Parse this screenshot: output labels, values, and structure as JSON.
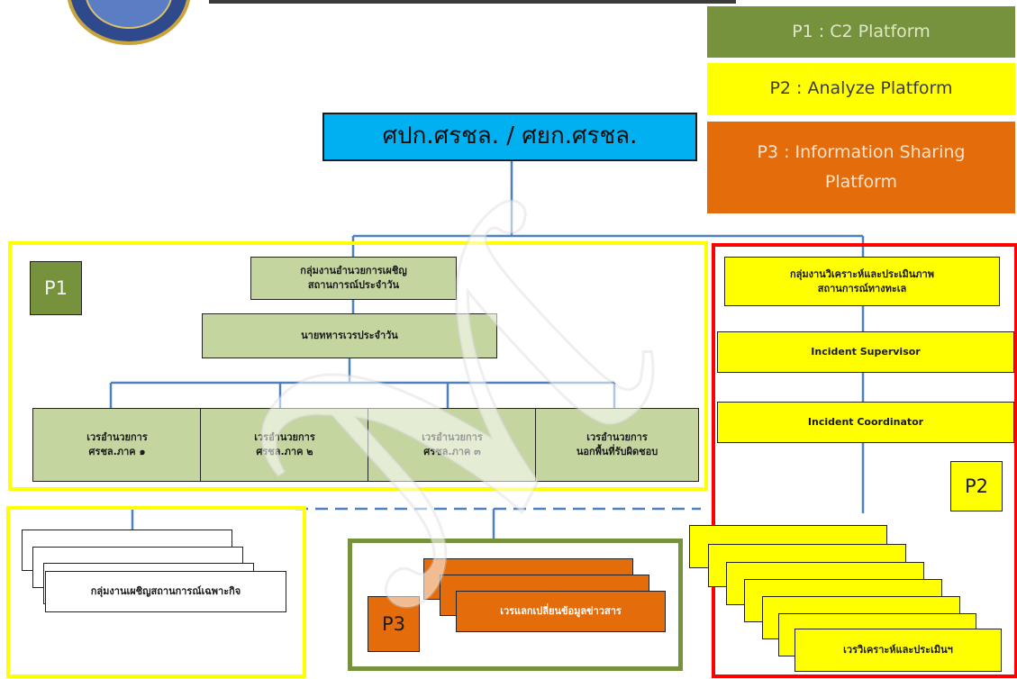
{
  "colors": {
    "p1": "#76923c",
    "p2": "#ffff00",
    "p3": "#e46c0a",
    "green_box": "#c5d5a0",
    "top_box": "#00b0f0",
    "connector": "#4f81bd",
    "frame_yellow": "#ffff00",
    "frame_red": "#ff0000",
    "frame_green": "#76923c"
  },
  "header": {
    "logo_icon": "navy-emblem-icon"
  },
  "legend": {
    "p1": "P1 : C2 Platform",
    "p2": "P2 : Analyze Platform",
    "p3": "P3 : Information Sharing\nPlatform"
  },
  "top_box": "ศปก.ศรชล. / ศยก.ศรชล.",
  "p1_section": {
    "tag": "P1",
    "group_head": "กลุ่มงานอำนวยการเผชิญ\nสถานการณ์ประจำวัน",
    "duty_officer": "นายทหารเวรประจำวัน",
    "shifts": [
      "เวรอำนวยการ\nศรชล.ภาค ๑",
      "เวรอำนวยการ\nศรชล.ภาค ๒",
      "เวรอำนวยการ\nศรชล.ภาค ๓",
      "เวรอำนวยการ\nนอกพื้นที่รับผิดชอบ"
    ]
  },
  "p2_section": {
    "tag": "P2",
    "analysis_group": "กลุ่มงานวิเคราะห์และประเมินภาพ\nสถานการณ์ทางทะเล",
    "supervisor": "Incident Supervisor",
    "coordinator": "Incident Coordinator",
    "analysis_shift": "เวรวิเคราะห์และประเมินฯ"
  },
  "p3_section": {
    "tag": "P3",
    "exchange": "เวรแลกเปลี่ยนข้อมูลข่าวสาร"
  },
  "special_group": "กลุ่มงานเผชิญสถานการณ์เฉพาะกิจ"
}
